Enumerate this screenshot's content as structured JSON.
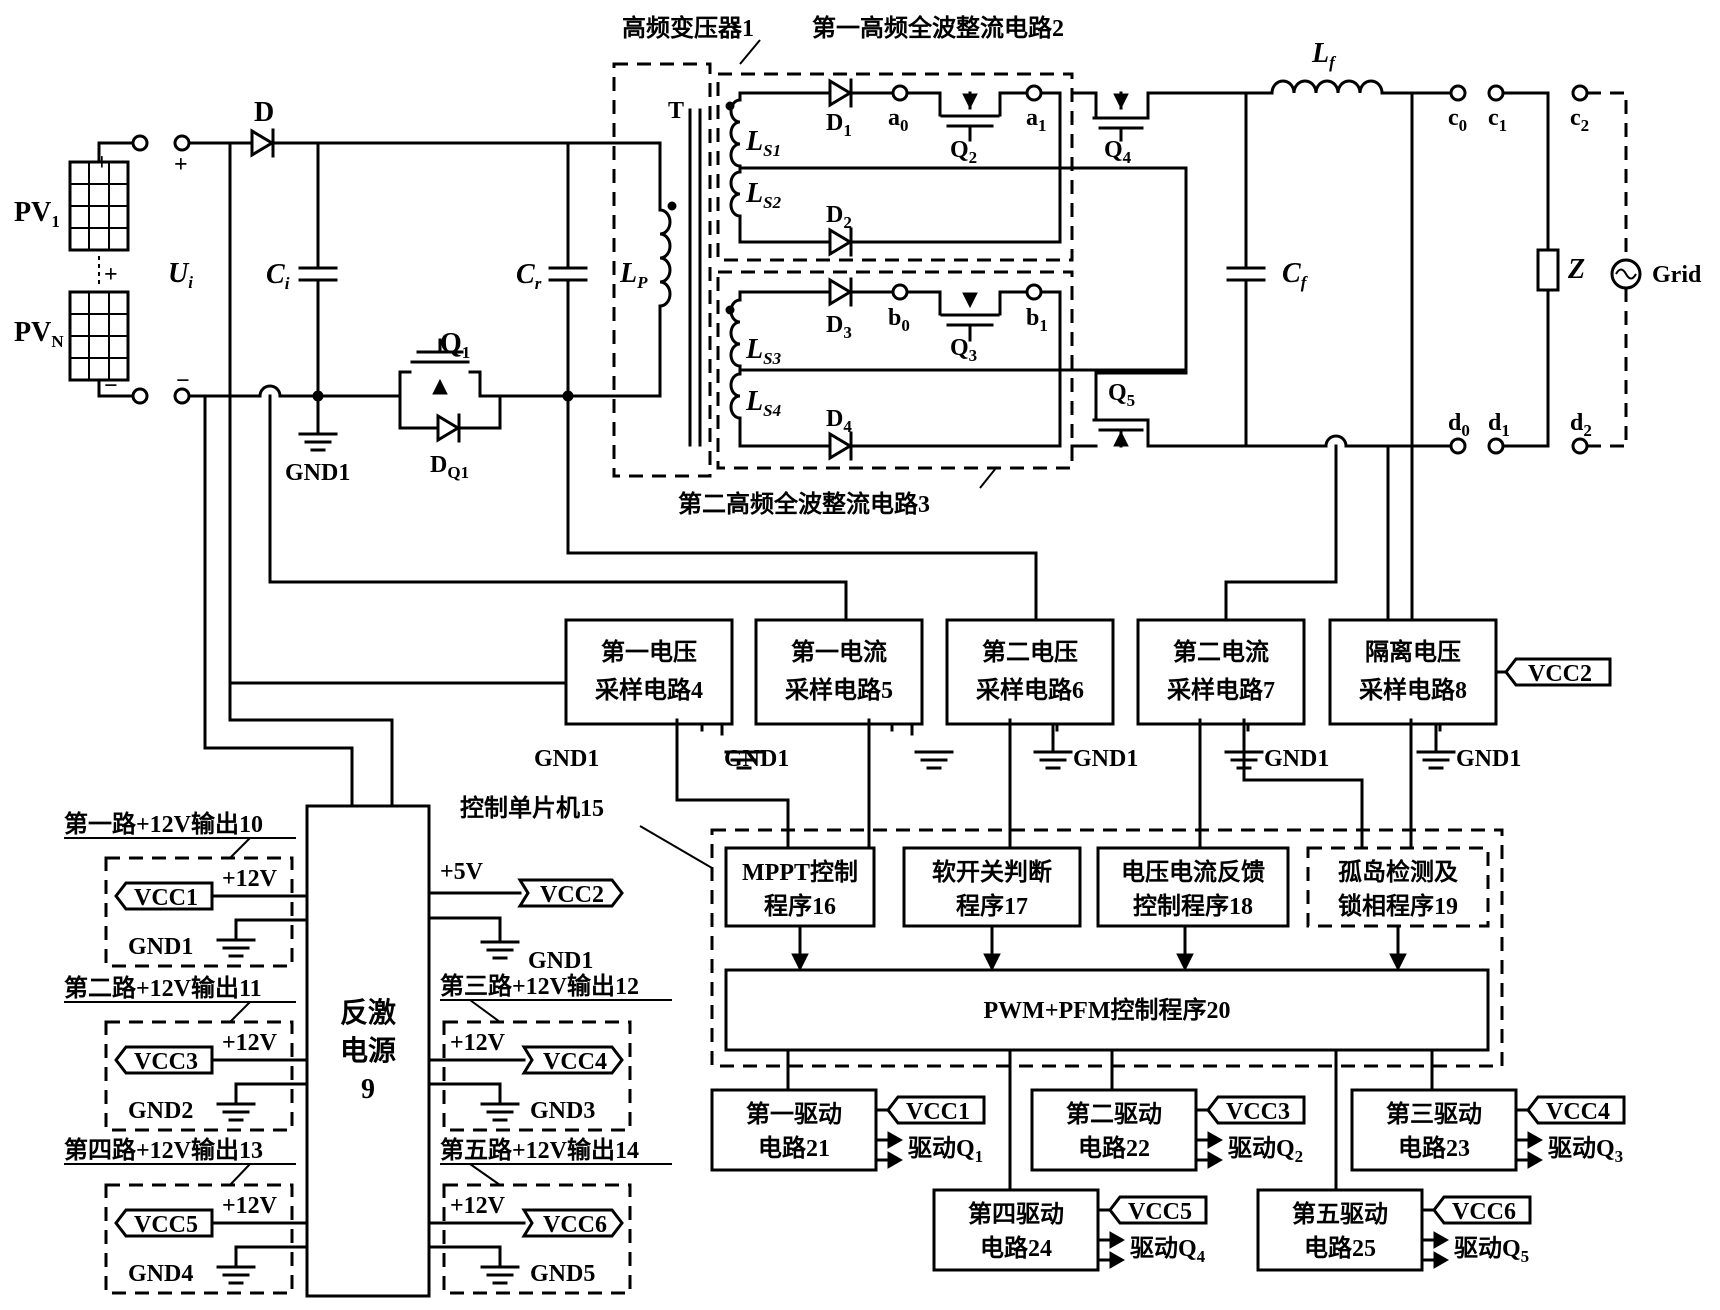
{
  "labels": {
    "transformer": "高频变压器1",
    "rect1": "第一高频全波整流电路2",
    "rect2": "第二高频全波整流电路3",
    "pv1": "PV",
    "pv1_sub": "1",
    "pvn": "PV",
    "pvn_sub": "N",
    "plus": "+",
    "minus": "−",
    "ui": "U",
    "ui_sub": "i",
    "ci": "C",
    "ci_sub": "i",
    "cr": "C",
    "cr_sub": "r",
    "lp": "L",
    "lp_sub": "P",
    "t": "T",
    "d": "D",
    "dq1": "D",
    "dq1_sub": "Q1",
    "q1": "Q",
    "q1_sub": "1",
    "gnd1_main": "GND1",
    "ls1": "L",
    "ls1_sub": "S1",
    "ls2": "L",
    "ls2_sub": "S2",
    "ls3": "L",
    "ls3_sub": "S3",
    "ls4": "L",
    "ls4_sub": "S4",
    "d1": "D",
    "d1_sub": "1",
    "d2": "D",
    "d2_sub": "2",
    "d3": "D",
    "d3_sub": "3",
    "d4": "D",
    "d4_sub": "4",
    "a0": "a",
    "a0_sub": "0",
    "a1": "a",
    "a1_sub": "1",
    "b0": "b",
    "b0_sub": "0",
    "b1": "b",
    "b1_sub": "1",
    "q2": "Q",
    "q2_sub": "2",
    "q3": "Q",
    "q3_sub": "3",
    "q4": "Q",
    "q4_sub": "4",
    "q5": "Q",
    "q5_sub": "5",
    "lf": "L",
    "lf_sub": "f",
    "cf": "C",
    "cf_sub": "f",
    "c0": "c",
    "c0_sub": "0",
    "c1": "c",
    "c1_sub": "1",
    "c2": "c",
    "c2_sub": "2",
    "d0t": "d",
    "d0t_sub": "0",
    "d1t": "d",
    "d1t_sub": "1",
    "d2t": "d",
    "d2t_sub": "2",
    "z": "Z",
    "grid": "Grid"
  },
  "sampling": [
    {
      "line1": "第一电压",
      "line2": "采样电路4",
      "gnd": "GND1"
    },
    {
      "line1": "第一电流",
      "line2": "采样电路5",
      "gnd": "GND1"
    },
    {
      "line1": "第二电压",
      "line2": "采样电路6",
      "gnd": "GND1"
    },
    {
      "line1": "第二电流",
      "line2": "采样电路7",
      "gnd": "GND1"
    },
    {
      "line1": "隔离电压",
      "line2": "采样电路8",
      "gnd": "GND1",
      "vcc": "VCC2"
    }
  ],
  "mcu": {
    "label": "控制单片机15",
    "programs": [
      {
        "line1": "MPPT控制",
        "line2": "程序16"
      },
      {
        "line1": "软开关判断",
        "line2": "程序17"
      },
      {
        "line1": "电压电流反馈",
        "line2": "控制程序18"
      },
      {
        "line1": "孤岛检测及",
        "line2": "锁相程序19"
      }
    ],
    "pwm": "PWM+PFM控制程序20"
  },
  "drivers": [
    {
      "line1": "第一驱动",
      "line2": "电路21",
      "vcc": "VCC1",
      "out": "驱动Q",
      "out_sub": "1"
    },
    {
      "line1": "第二驱动",
      "line2": "电路22",
      "vcc": "VCC3",
      "out": "驱动Q",
      "out_sub": "2"
    },
    {
      "line1": "第三驱动",
      "line2": "电路23",
      "vcc": "VCC4",
      "out": "驱动Q",
      "out_sub": "3"
    },
    {
      "line1": "第四驱动",
      "line2": "电路24",
      "vcc": "VCC5",
      "out": "驱动Q",
      "out_sub": "4"
    },
    {
      "line1": "第五驱动",
      "line2": "电路25",
      "vcc": "VCC6",
      "out": "驱动Q",
      "out_sub": "5"
    }
  ],
  "flyback": {
    "line1": "反激",
    "line2": "电源",
    "line3": "9",
    "plus5": "+5V",
    "vcc2": "VCC2",
    "gnd1": "GND1",
    "outputs": [
      {
        "title": "第一路+12V输出10",
        "v": "+12V",
        "vcc": "VCC1",
        "gnd": "GND1"
      },
      {
        "title": "第二路+12V输出11",
        "v": "+12V",
        "vcc": "VCC3",
        "gnd": "GND2"
      },
      {
        "title": "第四路+12V输出13",
        "v": "+12V",
        "vcc": "VCC5",
        "gnd": "GND4"
      },
      {
        "title": "第三路+12V输出12",
        "v": "+12V",
        "vcc": "VCC4",
        "gnd": "GND3"
      },
      {
        "title": "第五路+12V输出14",
        "v": "+12V",
        "vcc": "VCC6",
        "gnd": "GND5"
      }
    ]
  }
}
